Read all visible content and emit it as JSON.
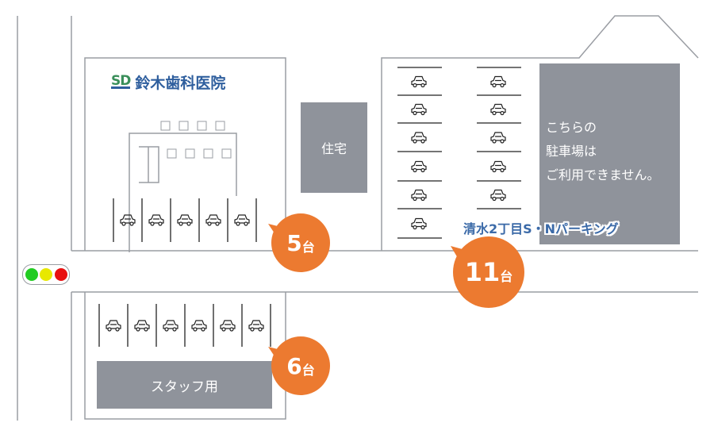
{
  "clinic": {
    "logo_mark": "SD",
    "name": "鈴木歯科医院"
  },
  "residence_label": "住宅",
  "notice_lines": [
    "こちらの",
    "駐車場は",
    "ご利用できません。"
  ],
  "parking_lot_name": "清水2丁目S・Nパーキング",
  "staff_label": "スタッフ用",
  "badges": [
    {
      "number": "5",
      "unit": "台"
    },
    {
      "number": "11",
      "unit": "台"
    },
    {
      "number": "6",
      "unit": "台"
    }
  ],
  "colors": {
    "badge": "#ec7a30",
    "gray_block": "#8f939b",
    "line": "#9a9da3",
    "title_blue": "#2f5f9e",
    "traffic": [
      "#22cc22",
      "#e8e800",
      "#e81010"
    ]
  }
}
